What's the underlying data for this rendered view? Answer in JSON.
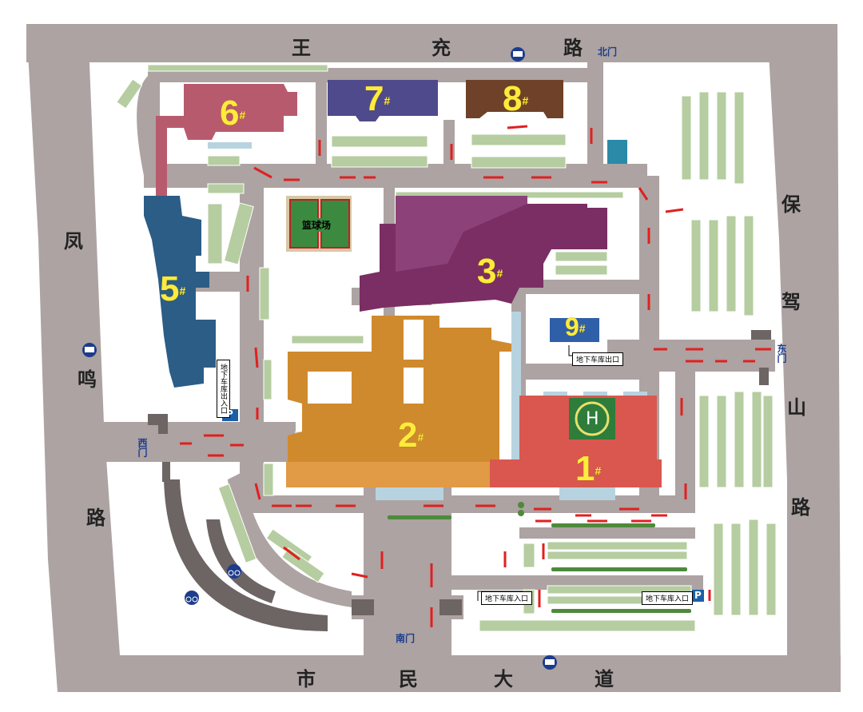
{
  "roads": {
    "north": [
      "王",
      "充",
      "路"
    ],
    "south": [
      "市",
      "民",
      "大",
      "道"
    ],
    "west": [
      "凤",
      "鸣",
      "路"
    ],
    "east": [
      "保",
      "驾",
      "山",
      "路"
    ]
  },
  "gates": {
    "north": "北门",
    "south": "南门",
    "west": "西门",
    "east": "东门"
  },
  "buildings": [
    {
      "id": "1",
      "mark": "#",
      "color": "#d9574f"
    },
    {
      "id": "2",
      "mark": "#",
      "color": "#d08a2e"
    },
    {
      "id": "3",
      "mark": "#",
      "color": "#7a2e63"
    },
    {
      "id": "5",
      "mark": "#",
      "color": "#2b5d86"
    },
    {
      "id": "6",
      "mark": "#",
      "color": "#b85a6d"
    },
    {
      "id": "7",
      "mark": "#",
      "color": "#4f4a8c"
    },
    {
      "id": "8",
      "mark": "#",
      "color": "#6e4128"
    },
    {
      "id": "9",
      "mark": "#",
      "color": "#2f5fa8"
    }
  ],
  "labels": {
    "court": "篮球场",
    "helipad": "H",
    "garage_exit": "地下车库出口",
    "garage_entrance_south": "地下车库入口",
    "garage_entrance_east": "地下车库入口",
    "garage_west": "地下车库出入口",
    "parking_symbol": "P"
  },
  "colors": {
    "road": "#aca3a2",
    "parking": "#b5cda0",
    "arrow": "#e02020",
    "gate_text": "#1c3c8c"
  }
}
